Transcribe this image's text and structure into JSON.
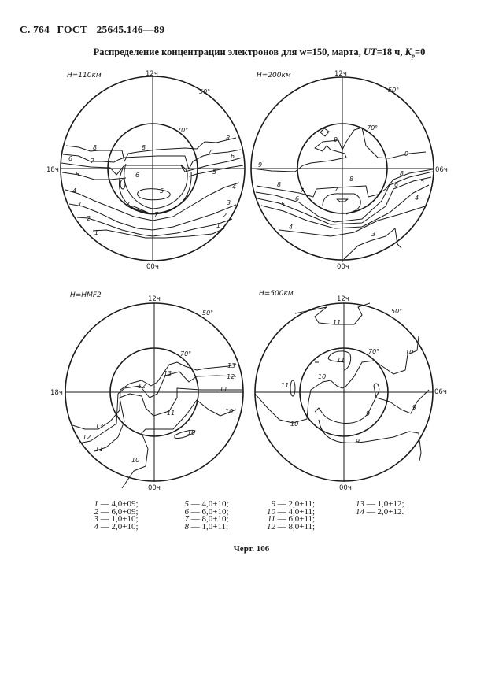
{
  "header": {
    "page": "С. 764",
    "standard": "ГОСТ",
    "number": "25645.146—89"
  },
  "title": {
    "text_before": "Распределение концентрации электронов  для ",
    "w_symbol": "w",
    "text_after": "=150, марта, ",
    "ut": "UT",
    "ut_value": "=18 ч, ",
    "kp": "K",
    "kp_sub": "p",
    "kp_value": "=0"
  },
  "chart_data": [
    {
      "type": "polar-contour",
      "title": "H=110км",
      "ticks": {
        "top": "12ч",
        "bottom": "00ч",
        "left": "18ч",
        "right": ""
      },
      "latitude_rings": [
        "50°",
        "70°"
      ],
      "contour_labels": [
        "1",
        "2",
        "3",
        "4",
        "5",
        "6",
        "7",
        "8"
      ]
    },
    {
      "type": "polar-contour",
      "title": "H=200км",
      "ticks": {
        "top": "12ч",
        "bottom": "00ч",
        "left": "",
        "right": "06ч"
      },
      "latitude_rings": [
        "50°",
        "70°"
      ],
      "contour_labels": [
        "3",
        "4",
        "5",
        "6",
        "7",
        "8",
        "9"
      ]
    },
    {
      "type": "polar-contour",
      "title": "H=HMF2",
      "ticks": {
        "top": "12ч",
        "bottom": "00ч",
        "left": "18ч",
        "right": ""
      },
      "latitude_rings": [
        "50°",
        "70°"
      ],
      "contour_labels": [
        "10",
        "11",
        "12",
        "13"
      ]
    },
    {
      "type": "polar-contour",
      "title": "H=500км",
      "ticks": {
        "top": "12ч",
        "bottom": "00ч",
        "left": "",
        "right": "06ч"
      },
      "latitude_rings": [
        "50°",
        "70°"
      ],
      "contour_labels": [
        "9",
        "10",
        "11"
      ]
    }
  ],
  "legend": {
    "columns": [
      [
        {
          "k": "1",
          "v": " — 4,0+09;"
        },
        {
          "k": "2",
          "v": " — 6,0+09;"
        },
        {
          "k": "3",
          "v": " — 1,0+10;"
        },
        {
          "k": "4",
          "v": " — 2,0+10;"
        }
      ],
      [
        {
          "k": "5",
          "v": " — 4,0+10;"
        },
        {
          "k": "6",
          "v": " — 6,0+10;"
        },
        {
          "k": "7",
          "v": " — 8,0+10;"
        },
        {
          "k": "8",
          "v": " — 1,0+11;"
        }
      ],
      [
        {
          "k": "9",
          "v": " — 2,0+11;"
        },
        {
          "k": "10",
          "v": " — 4,0+11;"
        },
        {
          "k": "11",
          "v": " — 6,0+11;"
        },
        {
          "k": "12",
          "v": " — 8,0+11;"
        }
      ],
      [
        {
          "k": "13",
          "v": " — 1,0+12;"
        },
        {
          "k": "14",
          "v": " — 2,0+12."
        }
      ]
    ]
  },
  "caption": "Черт. 106"
}
